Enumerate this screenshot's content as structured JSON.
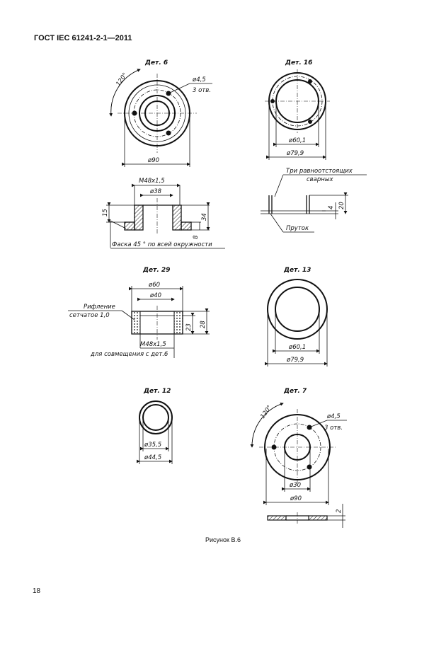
{
  "header": {
    "standard": "ГОСТ IEC 61241-2-1—2011"
  },
  "page": {
    "number": "18"
  },
  "caption": "Рисунок В.6",
  "parts": {
    "det6": {
      "title": "Дет. 6",
      "angle": "120°",
      "hole_dia": "ø4,5",
      "hole_count": "3 отв.",
      "outer_dia": "ø90",
      "thread": "М48х1,5",
      "inner_dia": "ø38",
      "dim_15": "15",
      "dim_34": "34",
      "dim_8": "8",
      "chamfer": "Фаска 45 ° по всей окружности"
    },
    "det16": {
      "title": "Дет. 16",
      "inner_dia": "ø60,1",
      "outer_dia": "ø79,9",
      "weld_note_1": "Три равноотстоящих",
      "weld_note_2": "сварных",
      "dim_4": "4",
      "dim_20": "20",
      "wire": "Пруток"
    },
    "det29": {
      "title": "Дет. 29",
      "outer_dia": "ø60",
      "inner_dia": "ø40",
      "knurl_1": "Рифление",
      "knurl_2": "сетчатое 1,0",
      "dim_23": "23",
      "dim_28": "28",
      "thread": "М48х1,5",
      "thread_note": "для совмещения с дет.6"
    },
    "det13": {
      "title": "Дет. 13",
      "inner_dia": "ø60,1",
      "outer_dia": "ø79,9"
    },
    "det12": {
      "title": "Дет. 12",
      "inner_dia": "ø35,5",
      "outer_dia": "ø44,5"
    },
    "det7": {
      "title": "Дет. 7",
      "angle": "120°",
      "hole_dia": "ø4,5",
      "hole_count": "3 отв.",
      "inner_dia": "ø30",
      "outer_dia": "ø90",
      "dim_2": "2"
    }
  }
}
